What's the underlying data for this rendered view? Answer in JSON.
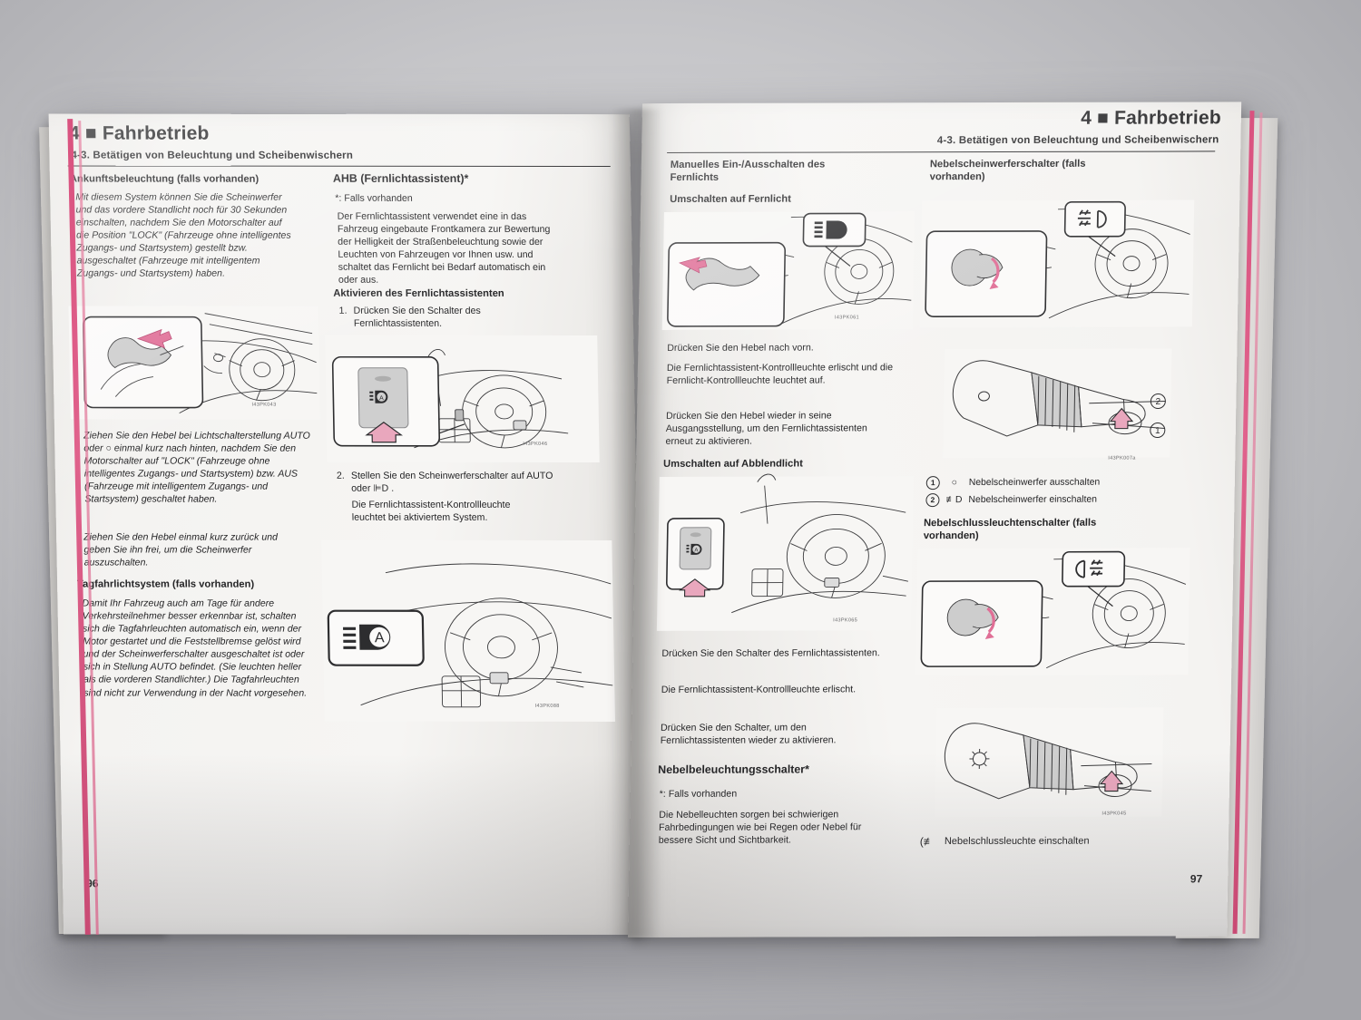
{
  "book": {
    "kind": "printed-manual-photo",
    "accent_pink": "#d9527f",
    "arrow_pink": "#e9a7bd",
    "paper": "#f4f3f1",
    "ink": "#242426"
  },
  "left_page": {
    "page_number": "96",
    "header_chapter": "4 ■ Fahrbetrieb",
    "header_section": "4-3.  Betätigen von Beleuchtung und Scheibenwischern",
    "col1": {
      "heading": "Ankunftsbeleuchtung (falls vorhanden)",
      "para1": "Mit diesem System können Sie die Scheinwerfer und das vordere Standlicht noch für 30 Sekunden einschalten, nachdem Sie den Motorschalter auf die Position \"LOCK\" (Fahrzeuge ohne intelligentes Zugangs- und Startsystem) gestellt bzw. ausgeschaltet (Fahrzeuge mit intelligentem Zugangs- und Startsystem) haben.",
      "fig1_id": "I43PK043",
      "para2": "Ziehen Sie den Hebel bei Lichtschalterstellung AUTO oder ○ einmal kurz nach hinten, nachdem Sie den Motorschalter auf \"LOCK\" (Fahrzeuge ohne intelligentes Zugangs- und Startsystem) bzw. AUS (Fahrzeuge mit intelligentem Zugangs- und Startsystem) geschaltet haben.",
      "para3": "Ziehen Sie den Hebel einmal kurz zurück und geben Sie ihn frei, um die Scheinwerfer auszuschalten.",
      "heading2": "Tagfahrlichtsystem (falls vorhanden)",
      "para4": "Damit Ihr Fahrzeug auch am Tage für andere Verkehrsteilnehmer besser erkennbar ist, schalten sich die Tagfahrleuchten automatisch ein, wenn der Motor gestartet und die Feststellbremse gelöst wird und der Scheinwerferschalter ausgeschaltet ist oder sich in Stellung AUTO befindet. (Sie leuchten heller als die vorderen Standlichter.) Die Tagfahrleuchten sind nicht zur Verwendung in der Nacht vorgesehen."
    },
    "col2": {
      "heading": "AHB (Fernlichtassistent)*",
      "footnote": "*: Falls vorhanden",
      "para1": "Der Fernlichtassistent verwendet eine in das Fahrzeug eingebaute Frontkamera zur Bewertung der Helligkeit der Straßenbeleuchtung sowie der Leuchten von Fahrzeugen vor Ihnen usw. und schaltet das Fernlicht bei Bedarf automatisch ein oder aus.",
      "heading2": "Aktivieren des Fernlichtassistenten",
      "step1_num": "1.",
      "step1": "Drücken Sie den Schalter des Fernlichtassistenten.",
      "fig2_id": "I43PK046",
      "step2_num": "2.",
      "step2": "Stellen Sie den Scheinwerferschalter auf AUTO oder ⊫D .",
      "step2_note": "Die Fernlichtassistent-Kontrollleuchte leuchtet bei aktiviertem System.",
      "fig3_id": "I43PK088"
    }
  },
  "right_page": {
    "page_number": "97",
    "header_chapter": "4 ■ Fahrbetrieb",
    "header_section": "4-3.  Betätigen von Beleuchtung und Scheibenwischern",
    "col1": {
      "heading": "Manuelles Ein-/Ausschalten des Fernlichts",
      "subheading1": "Umschalten auf Fernlicht",
      "fig1_id": "I43PK061",
      "para1": "Drücken Sie den Hebel nach vorn.",
      "para2": "Die Fernlichtassistent-Kontrollleuchte erlischt und die Fernlicht-Kontrollleuchte leuchtet auf.",
      "para3": "Drücken Sie den Hebel wieder in seine Ausgangsstellung, um den Fernlichtassistenten erneut zu aktivieren.",
      "subheading2": "Umschalten auf Abblendlicht",
      "fig2_id": "I43PK065",
      "para4": "Drücken Sie den Schalter des Fernlichtassistenten.",
      "para5": "Die Fernlichtassistent-Kontrollleuchte erlischt.",
      "para6": "Drücken Sie den Schalter, um den Fernlichtassistenten wieder zu aktivieren.",
      "heading2": "Nebelbeleuchtungsschalter*",
      "footnote": "*: Falls vorhanden",
      "para7": "Die Nebelleuchten sorgen bei schwierigen Fahrbedingungen wie bei Regen oder Nebel für bessere Sicht und Sichtbarkeit."
    },
    "col2": {
      "heading": "Nebelscheinwerferschalter (falls vorhanden)",
      "fig1_id": "I43PK007a",
      "legend": [
        {
          "num": "1",
          "symbol": "○",
          "text": "Nebelscheinwerfer ausschalten"
        },
        {
          "num": "2",
          "symbol": "≢D",
          "text": "Nebelscheinwerfer einschalten"
        }
      ],
      "heading2": "Nebelschlussleuchtenschalter (falls vorhanden)",
      "fig2_id": "I43PK045",
      "legend2_symbol": "(≢",
      "legend2_text": "Nebelschlussleuchte einschalten"
    }
  }
}
